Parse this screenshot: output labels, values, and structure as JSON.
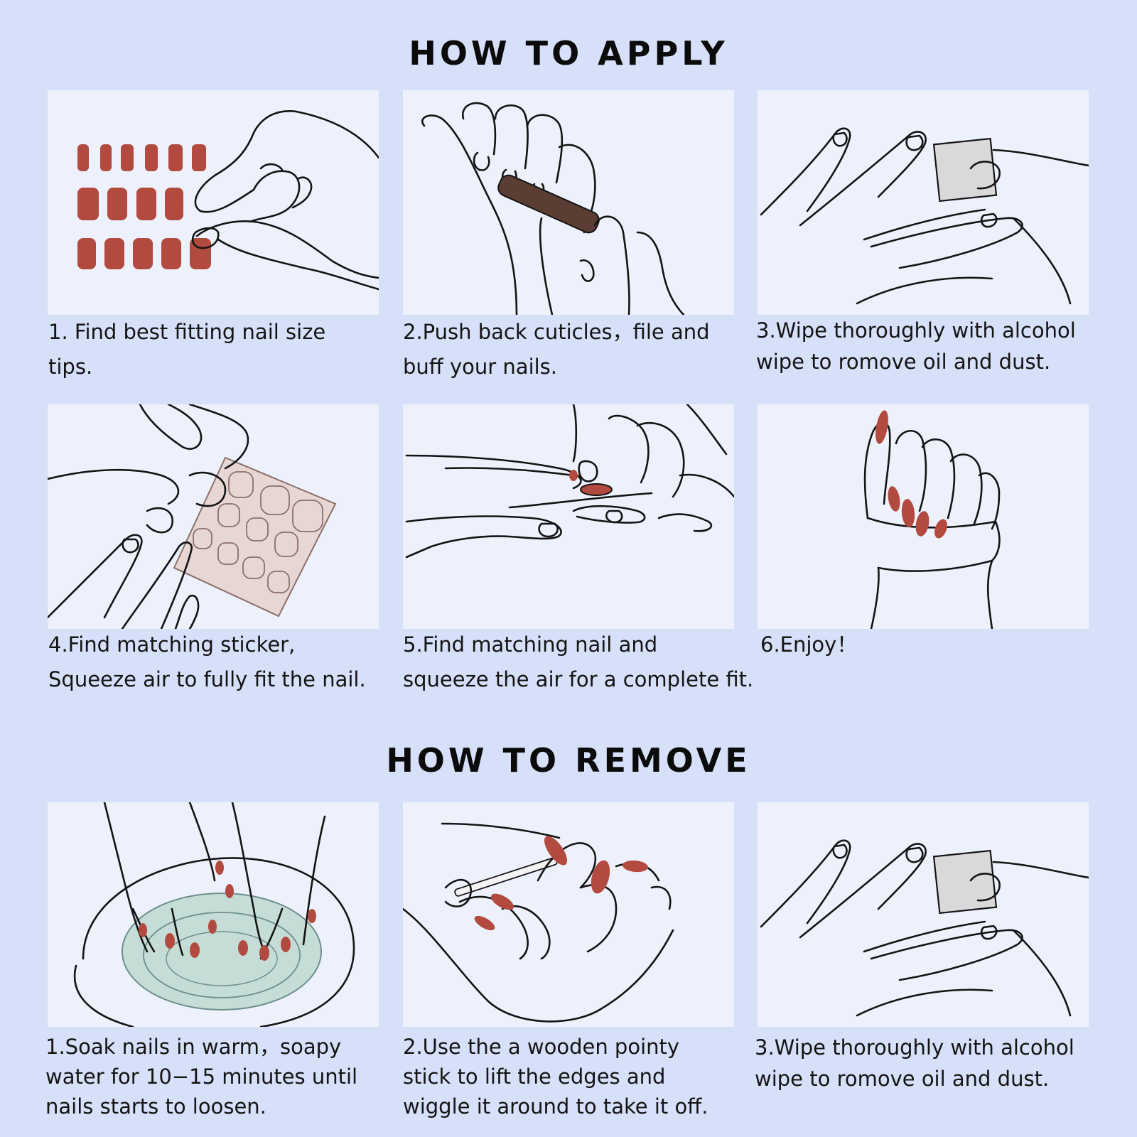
{
  "apply": {
    "title": "HOW TO APPLY",
    "steps": [
      {
        "lines": [
          "1. Find best fitting nail size",
          "tips."
        ]
      },
      {
        "lines": [
          "2.Push back cuticles，file and",
          "buff your nails."
        ]
      },
      {
        "lines": [
          "3.Wipe thoroughly with alcohol",
          "wipe to romove oil and dust."
        ]
      },
      {
        "lines": [
          "4.Find matching sticker,",
          "Squeeze air to fully fit the nail."
        ]
      },
      {
        "lines": [
          "5.Find matching nail and",
          "squeeze the air for a complete fit."
        ]
      },
      {
        "lines": [
          "6.Enjoy！"
        ]
      }
    ]
  },
  "remove": {
    "title": "HOW TO REMOVE",
    "steps": [
      {
        "lines": [
          "1.Soak nails in warm，soapy",
          "water for 10−15 minutes until",
          "nails starts to loosen."
        ]
      },
      {
        "lines": [
          "2.Use the a wooden pointy",
          "stick to lift the edges and",
          "wiggle it around to take it off."
        ]
      },
      {
        "lines": [
          "3.Wipe thoroughly with alcohol",
          "wipe to romove oil and dust."
        ]
      }
    ]
  },
  "colors": {
    "background": "#d6e0f9",
    "card": "#edf1fc",
    "nail": "#b24a3f",
    "line": "#141414"
  }
}
